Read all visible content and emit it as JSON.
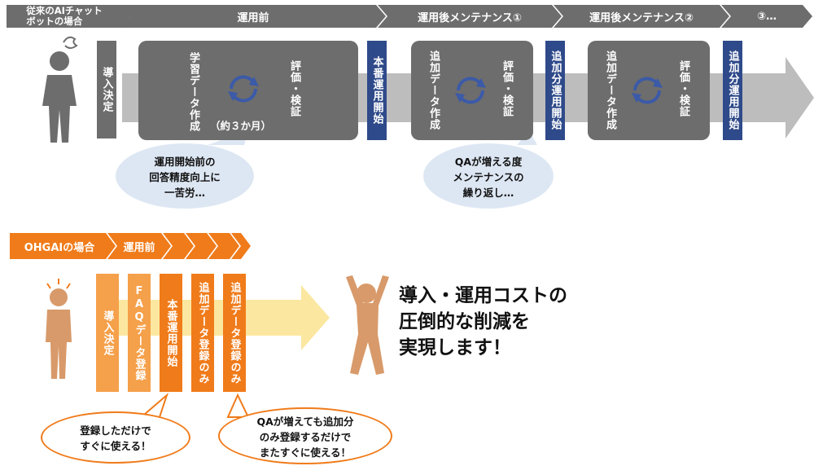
{
  "conventional": {
    "header_label": "従来のAIチャット\nボットの場合",
    "phases": [
      "運用前",
      "運用後メンテナンス①",
      "運用後メンテナンス②",
      "③…"
    ],
    "decision": "導入決定",
    "stage1": {
      "left": "学習データ作成",
      "right": "評価・検証",
      "duration": "（約３か月）"
    },
    "launch": "本番運用開始",
    "stage2": {
      "left": "追加データ作成",
      "right": "評価・検証"
    },
    "launch2": "追加分運用開始",
    "stage3": {
      "left": "追加データ作成",
      "right": "評価・検証"
    },
    "launch3": "追加分運用開始",
    "bubble1": "運用開始前の\n回答精度向上に\n一苦労…",
    "bubble2": "QAが増える度\nメンテナンスの\n繰り返し…"
  },
  "ohgai": {
    "header_label": "OHGAIの場合",
    "phase": "運用前",
    "steps": [
      "導入決定",
      "FAQデータ登録",
      "本番運用開始",
      "追加データ登録のみ",
      "追加データ登録のみ"
    ],
    "bubble1": "登録しただけで\nすぐに使える！",
    "bubble2": "QAが増えても追加分\nのみ登録するだけで\nまたすぐに使える！",
    "result": "導入・運用コストの\n圧倒的な削減を\n実現します！"
  },
  "colors": {
    "grey": "#6d6d6d",
    "navy": "#2f4a8a",
    "orange": "#f07b1a",
    "light_orange": "#f5a04a",
    "arrow_grey": "#bdbdbd",
    "arrow_yellow": "#fbe7a0"
  }
}
